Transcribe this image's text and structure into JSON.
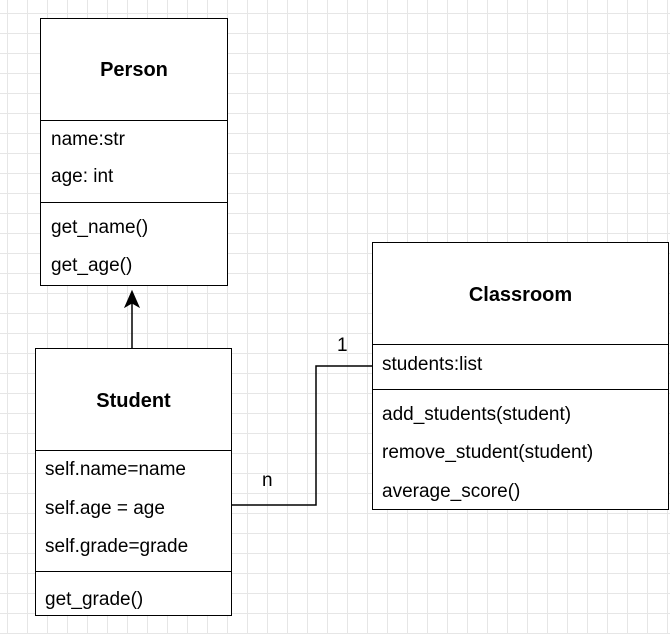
{
  "classes": {
    "person": {
      "name": "Person",
      "attributes": [
        "name:str",
        "age: int"
      ],
      "methods": [
        "get_name()",
        "get_age()"
      ]
    },
    "student": {
      "name": "Student",
      "attributes": [
        "self.name=name",
        "self.age = age",
        "self.grade=grade"
      ],
      "methods": [
        "get_grade()"
      ]
    },
    "classroom": {
      "name": "Classroom",
      "attributes": [
        "students:list"
      ],
      "methods": [
        "add_students(student)",
        "remove_student(student)",
        "average_score()"
      ]
    }
  },
  "relationships": {
    "inheritance": {
      "from": "Student",
      "to": "Person"
    },
    "association": {
      "from": "Student",
      "to": "Classroom",
      "student_multiplicity": "n",
      "classroom_multiplicity": "1"
    }
  }
}
